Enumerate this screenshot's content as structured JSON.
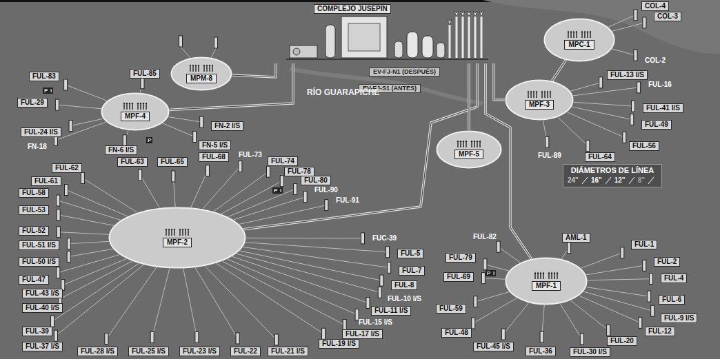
{
  "diagram": {
    "nodes": [
      {
        "text": [
          "COMPLEJO JUSEPÍN"
        ]
      },
      {
        "text": [
          "EV-FJ-N1 (DESPUÉS)"
        ]
      },
      {
        "text": [
          "EV-FJ-S1 (ANTES)"
        ]
      },
      {
        "text": [
          "MPC-1"
        ]
      },
      {
        "text": [
          "MPM-8"
        ]
      },
      {
        "text": [
          "MPF-4"
        ]
      },
      {
        "text": [
          "MPF-3"
        ]
      },
      {
        "text": [
          "MPF-5"
        ]
      },
      {
        "text": [
          "MPF-2"
        ]
      },
      {
        "text": [
          "MPF-1"
        ]
      },
      {
        "text": [
          "COL-4"
        ]
      },
      {
        "text": [
          "COL-3"
        ]
      },
      {
        "text": [
          "FUL-83"
        ]
      },
      {
        "text": [
          "FUL-29"
        ]
      },
      {
        "text": [
          "FUL-24 I/S"
        ]
      },
      {
        "text": [
          "FUL-85"
        ]
      },
      {
        "text": [
          "FN-6 I/S"
        ]
      },
      {
        "text": [
          "FN-2 I/S"
        ]
      },
      {
        "text": [
          "FN-5 I/S"
        ]
      },
      {
        "text": [
          "FUL-13 I/S"
        ]
      },
      {
        "text": [
          "FUL-41 I/S"
        ]
      },
      {
        "text": [
          "FUL-49"
        ]
      },
      {
        "text": [
          "FUL-56"
        ]
      },
      {
        "text": [
          "FUL-64"
        ]
      },
      {
        "text": [
          "FUL-62"
        ]
      },
      {
        "text": [
          "FUL-61"
        ]
      },
      {
        "text": [
          "FUL-58"
        ]
      },
      {
        "text": [
          "FUL-53"
        ]
      },
      {
        "text": [
          "FUL-52"
        ]
      },
      {
        "text": [
          "FUL-51 I/S"
        ]
      },
      {
        "text": [
          "FUL-50 I/S"
        ]
      },
      {
        "text": [
          "FUL-47"
        ]
      },
      {
        "text": [
          "FUL-43 I/S"
        ]
      },
      {
        "text": [
          "FUL-40 I/S"
        ]
      },
      {
        "text": [
          "FUL-39"
        ]
      },
      {
        "text": [
          "FUL-37 I/S"
        ]
      },
      {
        "text": [
          "FUL-28 I/S"
        ]
      },
      {
        "text": [
          "FUL-25 I/S"
        ]
      },
      {
        "text": [
          "FUL-23 I/S"
        ]
      },
      {
        "text": [
          "FUL-22"
        ]
      },
      {
        "text": [
          "FUL-21 I/S"
        ]
      },
      {
        "text": [
          "FUL-19 I/S"
        ]
      },
      {
        "text": [
          "FUL-17 I/S"
        ]
      },
      {
        "text": [
          "FUL-11 I/S"
        ]
      },
      {
        "text": [
          "FUL-8"
        ]
      },
      {
        "text": [
          "FUL-7"
        ]
      },
      {
        "text": [
          "FUL-5"
        ]
      },
      {
        "text": [
          "FUL-63"
        ]
      },
      {
        "text": [
          "FUL-65"
        ]
      },
      {
        "text": [
          "FUL-68"
        ]
      },
      {
        "text": [
          "FUL-74"
        ]
      },
      {
        "text": [
          "FUL-78"
        ]
      },
      {
        "text": [
          "FUL-80"
        ]
      },
      {
        "text": [
          "AML-1"
        ]
      },
      {
        "text": [
          "FUL-1"
        ]
      },
      {
        "text": [
          "FUL-2"
        ]
      },
      {
        "text": [
          "FUL-4"
        ]
      },
      {
        "text": [
          "FUL-6"
        ]
      },
      {
        "text": [
          "FUL-9 I/S"
        ]
      },
      {
        "text": [
          "FUL-12"
        ]
      },
      {
        "text": [
          "FUL-20"
        ]
      },
      {
        "text": [
          "FUL-30 I/S"
        ]
      },
      {
        "text": [
          "FUL-36"
        ]
      },
      {
        "text": [
          "FUL-45 I/S"
        ]
      },
      {
        "text": [
          "FUL-48"
        ]
      },
      {
        "text": [
          "FUL-59"
        ]
      },
      {
        "text": [
          "FUL-69"
        ]
      },
      {
        "text": [
          "FUL-79"
        ]
      }
    ],
    "edges": [
      {
        "from": 4,
        "to": 0,
        "arrow": "none"
      },
      {
        "from": 5,
        "to": 0,
        "arrow": "none"
      },
      {
        "from": 8,
        "to": 0,
        "arrow": "none"
      },
      {
        "from": 7,
        "to": 0,
        "arrow": "none"
      },
      {
        "from": 9,
        "to": 0,
        "arrow": "none"
      },
      {
        "from": 6,
        "to": 0,
        "arrow": "none"
      },
      {
        "from": 3,
        "to": 6,
        "arrow": "none"
      },
      {
        "from": 3,
        "to": 10,
        "arrow": "none"
      },
      {
        "from": 3,
        "to": 11,
        "arrow": "none"
      },
      {
        "from": 5,
        "to": 12,
        "arrow": "none"
      },
      {
        "from": 5,
        "to": 13,
        "arrow": "none"
      },
      {
        "from": 5,
        "to": 14,
        "arrow": "none"
      },
      {
        "from": 5,
        "to": 15,
        "arrow": "none"
      },
      {
        "from": 5,
        "to": 16,
        "arrow": "none"
      },
      {
        "from": 5,
        "to": 17,
        "arrow": "none"
      },
      {
        "from": 5,
        "to": 18,
        "arrow": "none"
      },
      {
        "from": 6,
        "to": 19,
        "arrow": "none"
      },
      {
        "from": 6,
        "to": 20,
        "arrow": "none"
      },
      {
        "from": 6,
        "to": 21,
        "arrow": "none"
      },
      {
        "from": 6,
        "to": 22,
        "arrow": "none"
      },
      {
        "from": 6,
        "to": 23,
        "arrow": "none"
      },
      {
        "from": 8,
        "to": 24,
        "arrow": "none"
      },
      {
        "from": 8,
        "to": 25,
        "arrow": "none"
      },
      {
        "from": 8,
        "to": 26,
        "arrow": "none"
      },
      {
        "from": 8,
        "to": 27,
        "arrow": "none"
      },
      {
        "from": 8,
        "to": 28,
        "arrow": "none"
      },
      {
        "from": 8,
        "to": 29,
        "arrow": "none"
      },
      {
        "from": 8,
        "to": 30,
        "arrow": "none"
      },
      {
        "from": 8,
        "to": 31,
        "arrow": "none"
      },
      {
        "from": 8,
        "to": 32,
        "arrow": "none"
      },
      {
        "from": 8,
        "to": 33,
        "arrow": "none"
      },
      {
        "from": 8,
        "to": 34,
        "arrow": "none"
      },
      {
        "from": 8,
        "to": 35,
        "arrow": "none"
      },
      {
        "from": 8,
        "to": 36,
        "arrow": "none"
      },
      {
        "from": 8,
        "to": 37,
        "arrow": "none"
      },
      {
        "from": 8,
        "to": 38,
        "arrow": "none"
      },
      {
        "from": 8,
        "to": 39,
        "arrow": "none"
      },
      {
        "from": 8,
        "to": 40,
        "arrow": "none"
      },
      {
        "from": 8,
        "to": 41,
        "arrow": "none"
      },
      {
        "from": 8,
        "to": 42,
        "arrow": "none"
      },
      {
        "from": 8,
        "to": 43,
        "arrow": "none"
      },
      {
        "from": 8,
        "to": 44,
        "arrow": "none"
      },
      {
        "from": 8,
        "to": 45,
        "arrow": "none"
      },
      {
        "from": 8,
        "to": 46,
        "arrow": "none"
      },
      {
        "from": 8,
        "to": 47,
        "arrow": "none"
      },
      {
        "from": 8,
        "to": 48,
        "arrow": "none"
      },
      {
        "from": 8,
        "to": 49,
        "arrow": "none"
      },
      {
        "from": 8,
        "to": 50,
        "arrow": "none"
      },
      {
        "from": 8,
        "to": 51,
        "arrow": "none"
      },
      {
        "from": 8,
        "to": 52,
        "arrow": "none"
      },
      {
        "from": 9,
        "to": 53,
        "arrow": "none"
      },
      {
        "from": 9,
        "to": 54,
        "arrow": "none"
      },
      {
        "from": 9,
        "to": 55,
        "arrow": "none"
      },
      {
        "from": 9,
        "to": 56,
        "arrow": "none"
      },
      {
        "from": 9,
        "to": 57,
        "arrow": "none"
      },
      {
        "from": 9,
        "to": 58,
        "arrow": "none"
      },
      {
        "from": 9,
        "to": 59,
        "arrow": "none"
      },
      {
        "from": 9,
        "to": 60,
        "arrow": "none"
      },
      {
        "from": 9,
        "to": 61,
        "arrow": "none"
      },
      {
        "from": 9,
        "to": 62,
        "arrow": "none"
      },
      {
        "from": 9,
        "to": 63,
        "arrow": "none"
      },
      {
        "from": 9,
        "to": 64,
        "arrow": "none"
      },
      {
        "from": 9,
        "to": 65,
        "arrow": "none"
      },
      {
        "from": 9,
        "to": 66,
        "arrow": "none"
      },
      {
        "from": 9,
        "to": 67,
        "arrow": "none"
      }
    ],
    "labels": [
      "RÍO GUARAPICHE",
      "DIÁMETROS DE LÍNEA",
      "FN-18",
      "FUL-73",
      "FUL-90",
      "FUL-91",
      "FUC-39",
      "FUL-10 I/S",
      "FUL-15 I/S",
      "FUL-82",
      "FUL-89",
      "FUL-16",
      "COL-2",
      "P",
      "I",
      "P",
      "P",
      "I",
      "P",
      "I"
    ],
    "legend": [
      {
        "text": "24\""
      },
      {
        "text": "16\""
      },
      {
        "text": "12\""
      },
      {
        "text": "8\""
      }
    ]
  }
}
